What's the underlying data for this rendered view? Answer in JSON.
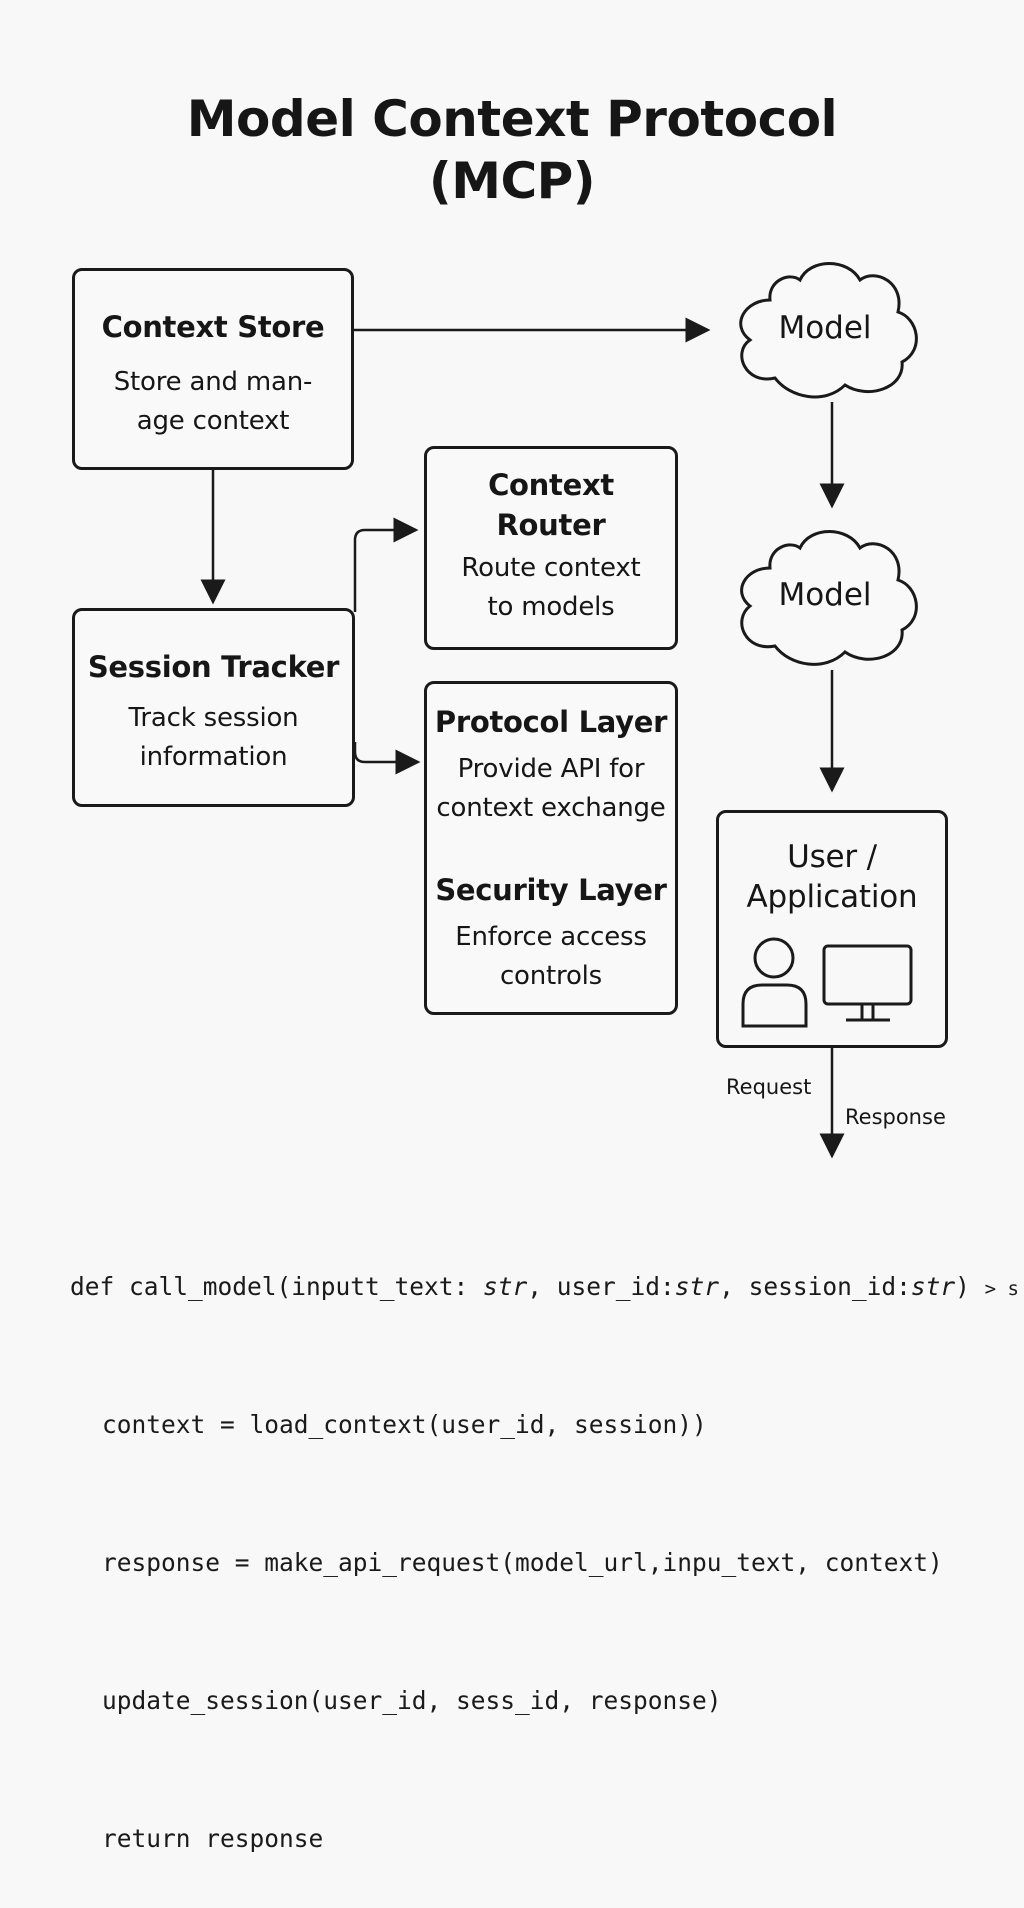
{
  "title": {
    "line1": "Model Context Protocol",
    "line2": "(MCP)"
  },
  "boxes": {
    "context_store": {
      "title": "Context Store",
      "desc_line1": "Store and man-",
      "desc_line2": "age context"
    },
    "session_tracker": {
      "title": "Session Tracker",
      "desc_line1": "Track session",
      "desc_line2": "information"
    },
    "context_router": {
      "title_line1": "Context",
      "title_line2": "Router",
      "desc_line1": "Route context",
      "desc_line2": "to models"
    },
    "protocol_layer": {
      "title": "Protocol Layer",
      "desc_line1": "Provide API for",
      "desc_line2": "context exchange"
    },
    "security_layer": {
      "title": "Security Layer",
      "desc_line1": "Enforce access",
      "desc_line2": "controls"
    },
    "user_application": {
      "title_line1": "User /",
      "title_line2": "Application",
      "icons": [
        "person-icon",
        "monitor-icon"
      ]
    }
  },
  "clouds": {
    "model_top": "Model",
    "model_middle": "Model"
  },
  "edge_labels": {
    "request": "Request",
    "response": "Response"
  },
  "code": {
    "line1_pre": "def call_model(inputt_text: ",
    "line1_t1": "str",
    "line1_mid1": ", user_id:",
    "line1_t2": "str",
    "line1_mid2": ", session_id:",
    "line1_t3": "str",
    "line1_end": ") ",
    "line1_arrow": "> s",
    "line2": "context = load_context(user_id, session))",
    "line3": "response = make_api_request(model_url,inpu_text, context)",
    "line4": "update_session(user_id, sess_id, response)",
    "line5": "return response"
  },
  "colors": {
    "background": "#f8f8f8",
    "stroke": "#1a1a1a",
    "text": "#161616"
  }
}
